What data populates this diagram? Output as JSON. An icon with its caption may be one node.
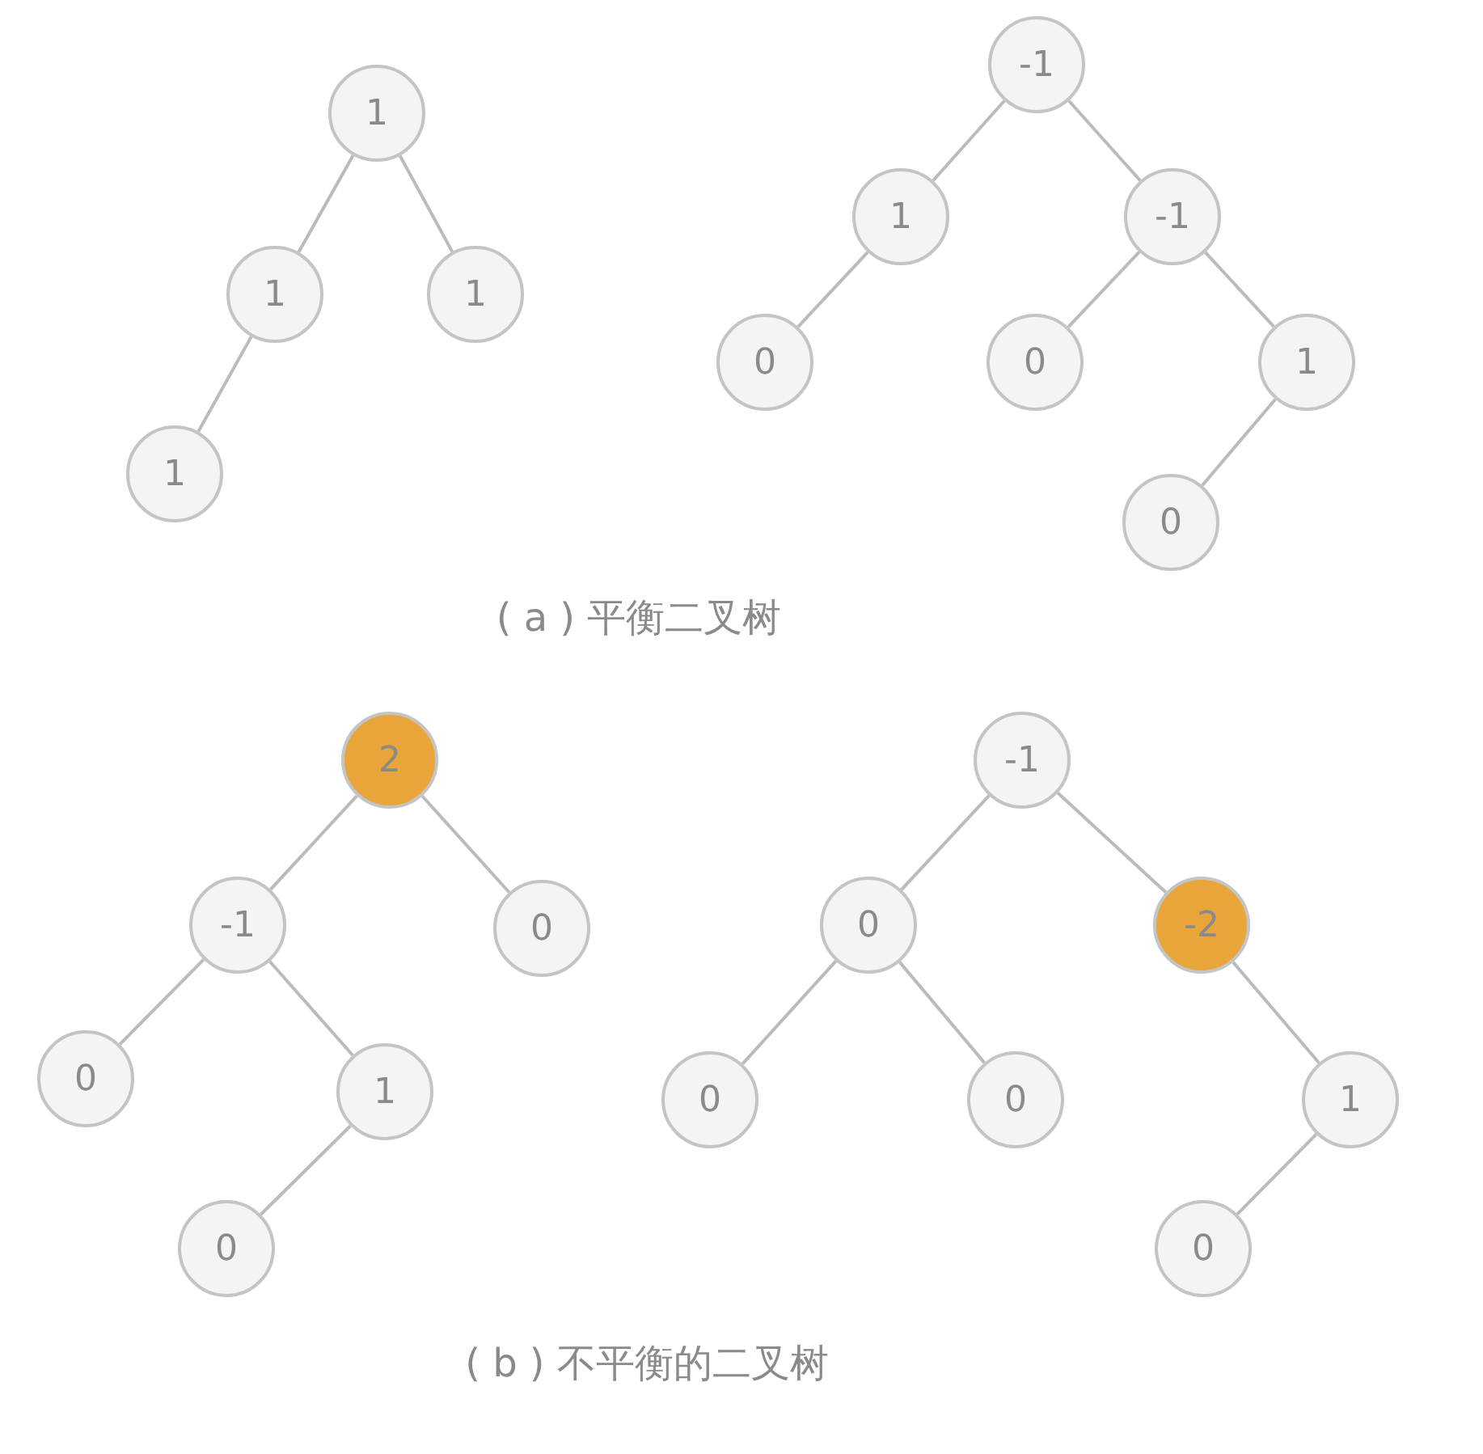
{
  "diagram": {
    "nodes": [
      {
        "text": [
          "1"
        ]
      },
      {
        "text": [
          "1"
        ]
      },
      {
        "text": [
          "1"
        ]
      },
      {
        "text": [
          "1"
        ]
      },
      {
        "text": [
          "-1"
        ]
      },
      {
        "text": [
          "1"
        ]
      },
      {
        "text": [
          "-1"
        ]
      },
      {
        "text": [
          "0"
        ]
      },
      {
        "text": [
          "0"
        ]
      },
      {
        "text": [
          "1"
        ]
      },
      {
        "text": [
          "0"
        ]
      },
      {
        "text": [
          "2"
        ]
      },
      {
        "text": [
          "-1"
        ]
      },
      {
        "text": [
          "0"
        ]
      },
      {
        "text": [
          "0"
        ]
      },
      {
        "text": [
          "1"
        ]
      },
      {
        "text": [
          "0"
        ]
      },
      {
        "text": [
          "-1"
        ]
      },
      {
        "text": [
          "0"
        ]
      },
      {
        "text": [
          "-2"
        ]
      },
      {
        "text": [
          "0"
        ]
      },
      {
        "text": [
          "0"
        ]
      },
      {
        "text": [
          "1"
        ]
      },
      {
        "text": [
          "0"
        ]
      }
    ],
    "edges": [
      {
        "from": 0,
        "to": 1,
        "arrow": "none"
      },
      {
        "from": 0,
        "to": 2,
        "arrow": "none"
      },
      {
        "from": 1,
        "to": 3,
        "arrow": "none"
      },
      {
        "from": 4,
        "to": 5,
        "arrow": "none"
      },
      {
        "from": 4,
        "to": 6,
        "arrow": "none"
      },
      {
        "from": 5,
        "to": 7,
        "arrow": "none"
      },
      {
        "from": 6,
        "to": 8,
        "arrow": "none"
      },
      {
        "from": 6,
        "to": 9,
        "arrow": "none"
      },
      {
        "from": 9,
        "to": 10,
        "arrow": "none"
      },
      {
        "from": 11,
        "to": 12,
        "arrow": "none"
      },
      {
        "from": 11,
        "to": 13,
        "arrow": "none"
      },
      {
        "from": 12,
        "to": 14,
        "arrow": "none"
      },
      {
        "from": 12,
        "to": 15,
        "arrow": "none"
      },
      {
        "from": 15,
        "to": 16,
        "arrow": "none"
      },
      {
        "from": 17,
        "to": 18,
        "arrow": "none"
      },
      {
        "from": 17,
        "to": 19,
        "arrow": "none"
      },
      {
        "from": 18,
        "to": 20,
        "arrow": "none"
      },
      {
        "from": 18,
        "to": 21,
        "arrow": "none"
      },
      {
        "from": 19,
        "to": 22,
        "arrow": "none"
      },
      {
        "from": 22,
        "to": 23,
        "arrow": "none"
      }
    ],
    "labels": [
      "( a ) 平衡二叉树",
      "( b ) 不平衡的二叉树"
    ]
  }
}
